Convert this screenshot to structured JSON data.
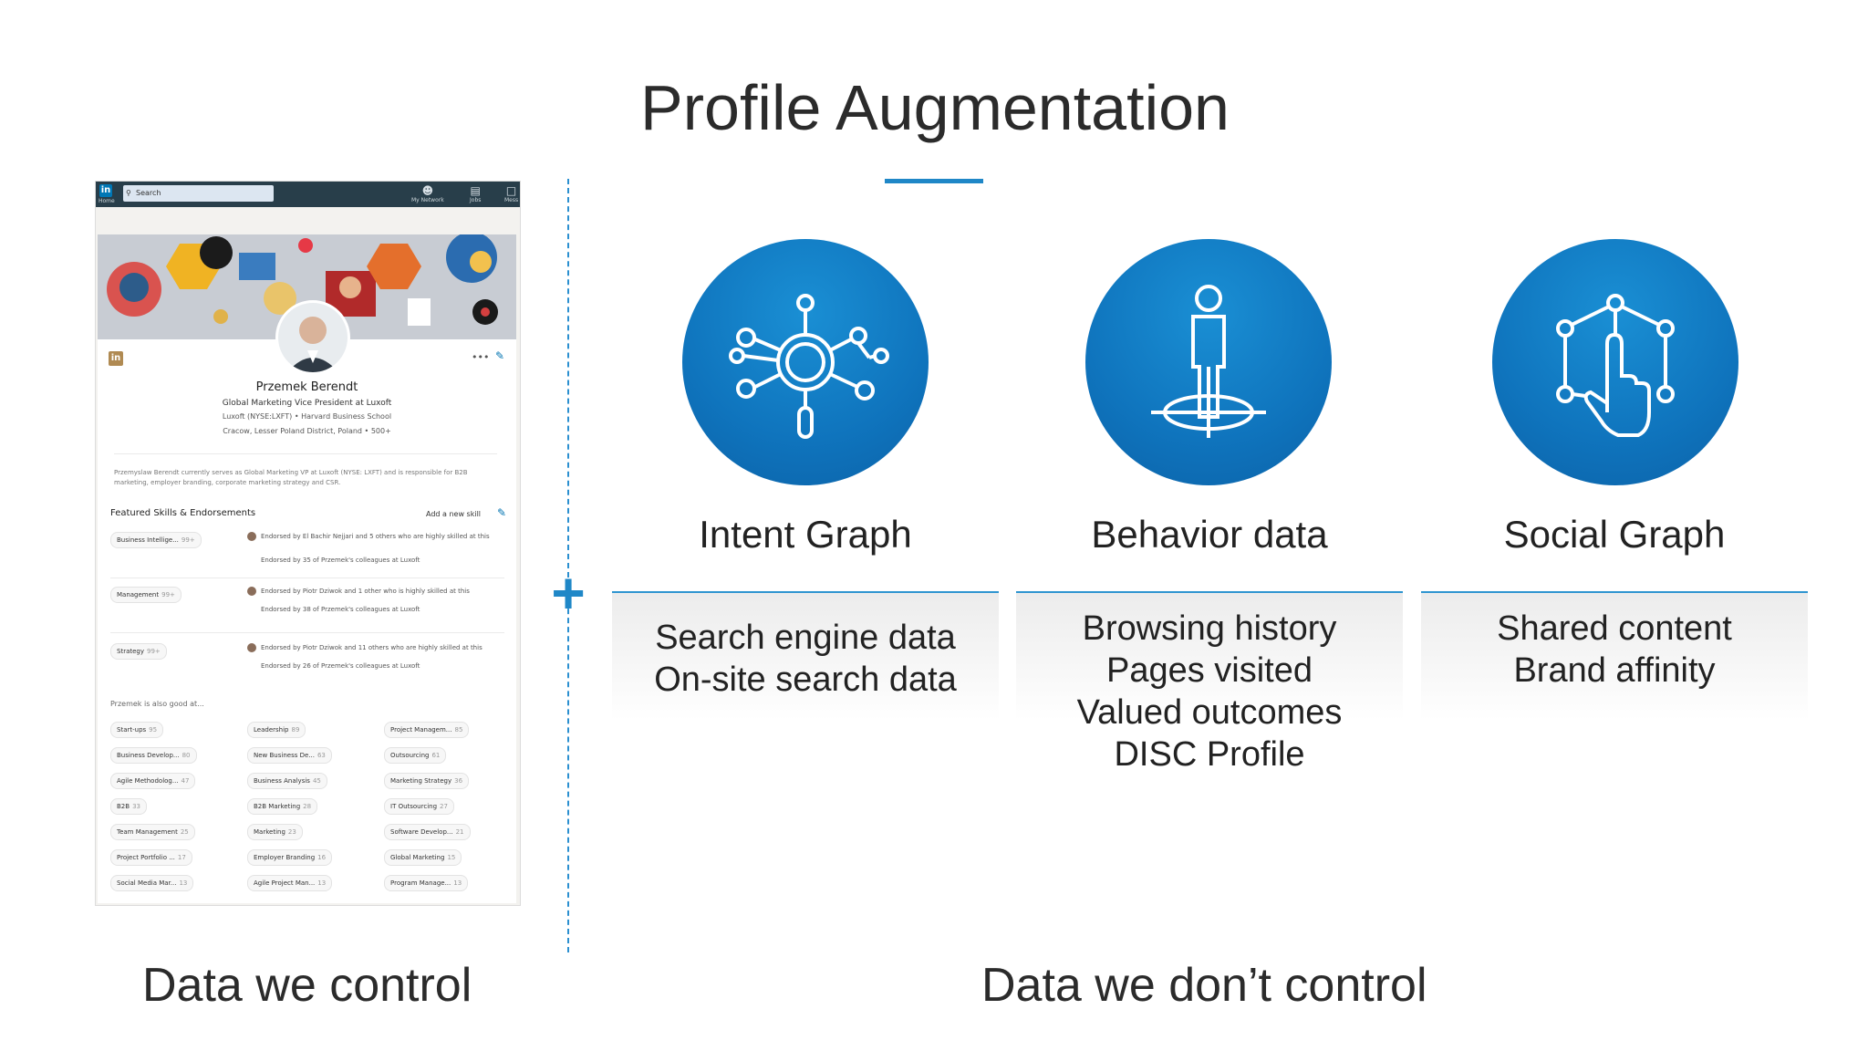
{
  "slide": {
    "title": "Profile Augmentation",
    "left_caption": "Data we control",
    "right_caption": "Data we don’t control",
    "accent_color": "#1f87c7"
  },
  "linkedin": {
    "nav": {
      "logo": "in",
      "home": "Home",
      "search_placeholder": "Search",
      "my_network": "My Network",
      "jobs": "Jobs",
      "messaging": "Mess"
    },
    "profile": {
      "name": "Przemek Berendt",
      "headline": "Global Marketing Vice President at Luxoft",
      "company_line": "Luxoft (NYSE:LXFT) • Harvard Business School",
      "location_line": "Cracow, Lesser Poland District, Poland • 500+",
      "about": "Przemyslaw Berendt currently serves as Global Marketing VP at Luxoft (NYSE: LXFT) and is responsible for B2B marketing, employer branding, corporate marketing strategy and CSR."
    },
    "skills_section": {
      "title": "Featured Skills & Endorsements",
      "add_skill": "Add a new skill",
      "featured": [
        {
          "name": "Business Intellige...",
          "count": "99+",
          "endorse1": "Endorsed by El Bachir Nejjari and 5 others who are highly skilled at this",
          "endorse2": "Endorsed by 35 of Przemek's colleagues at Luxoft"
        },
        {
          "name": "Management",
          "count": "99+",
          "endorse1": "Endorsed by Piotr Dziwok and 1 other who is highly skilled at this",
          "endorse2": "Endorsed by 38 of Przemek's colleagues at Luxoft"
        },
        {
          "name": "Strategy",
          "count": "99+",
          "endorse1": "Endorsed by Piotr Dziwok and 11 others who are highly skilled at this",
          "endorse2": "Endorsed by 26 of Przemek's colleagues at Luxoft"
        }
      ],
      "also_good_at": "Przemek is also good at...",
      "other_skills": [
        {
          "name": "Start-ups",
          "count": "95"
        },
        {
          "name": "Leadership",
          "count": "89"
        },
        {
          "name": "Project Managem...",
          "count": "85"
        },
        {
          "name": "Business Develop...",
          "count": "80"
        },
        {
          "name": "New Business De...",
          "count": "63"
        },
        {
          "name": "Outsourcing",
          "count": "61"
        },
        {
          "name": "Agile Methodolog...",
          "count": "47"
        },
        {
          "name": "Business Analysis",
          "count": "45"
        },
        {
          "name": "Marketing Strategy",
          "count": "36"
        },
        {
          "name": "B2B",
          "count": "33"
        },
        {
          "name": "B2B Marketing",
          "count": "28"
        },
        {
          "name": "IT Outsourcing",
          "count": "27"
        },
        {
          "name": "Team Management",
          "count": "25"
        },
        {
          "name": "Marketing",
          "count": "23"
        },
        {
          "name": "Software Develop...",
          "count": "21"
        },
        {
          "name": "Project Portfolio ...",
          "count": "17"
        },
        {
          "name": "Employer Branding",
          "count": "16"
        },
        {
          "name": "Global Marketing",
          "count": "15"
        },
        {
          "name": "Social Media Mar...",
          "count": "13"
        },
        {
          "name": "Agile Project Man...",
          "count": "13"
        },
        {
          "name": "Program Manage...",
          "count": "13"
        }
      ]
    }
  },
  "columns": [
    {
      "icon": "network-magnifier-icon",
      "title": "Intent Graph",
      "lines": [
        "Search engine data",
        "On-site search data"
      ]
    },
    {
      "icon": "person-target-icon",
      "title": "Behavior data",
      "lines": [
        "Browsing history",
        "Pages visited",
        "Valued outcomes",
        "DISC Profile"
      ]
    },
    {
      "icon": "hand-network-icon",
      "title": "Social Graph",
      "lines": [
        "Shared content",
        "Brand affinity"
      ]
    }
  ]
}
